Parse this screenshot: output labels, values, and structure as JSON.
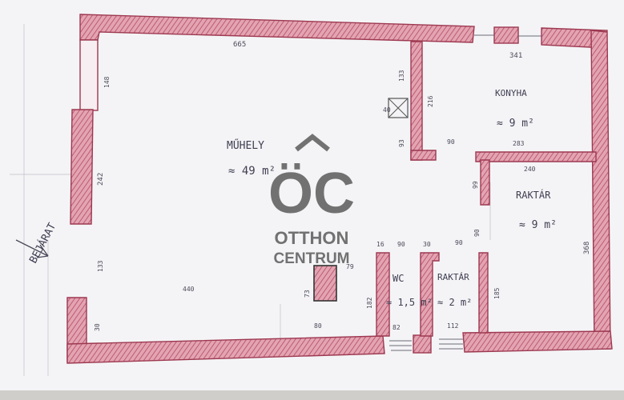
{
  "rooms": {
    "muhely_name": "MŰHELY",
    "muhely_area": "≈ 49 m²",
    "konyha_name": "KONYHA",
    "konyha_area": "≈ 9 m²",
    "raktar_name": "RAKTÁR",
    "raktar_area": "≈ 9 m²",
    "wc_name": "WC",
    "wc_area": "≈ 1,5 m²",
    "raktar_small_name": "RAKTÁR",
    "raktar_small_area": "≈ 2 m²",
    "entrance": "BEJÁRAT"
  },
  "dimensions": {
    "d665": "665",
    "d341": "341",
    "d148": "148",
    "d133_top": "133",
    "d40": "40",
    "d216": "216",
    "d93": "93",
    "d90_k": "90",
    "d283": "283",
    "d242": "242",
    "d240": "240",
    "d99": "99",
    "d133_left": "133",
    "d440": "440",
    "d16": "16",
    "d90_a": "90",
    "d30": "30",
    "d90_b": "90",
    "d90_c": "90",
    "d79": "79",
    "d73": "73",
    "d182": "182",
    "d185": "185",
    "d368": "368",
    "d80": "80",
    "d82": "82",
    "d112": "112",
    "d30_left": "30"
  },
  "logo": {
    "mark": "ÖC",
    "line1": "OTTHON",
    "line2": "CENTRUM"
  },
  "colors": {
    "paper": "#f5f5f6",
    "wall_fill": "#d78a9c",
    "wall_edge": "#a63a52",
    "ink": "#4b4a5a"
  }
}
